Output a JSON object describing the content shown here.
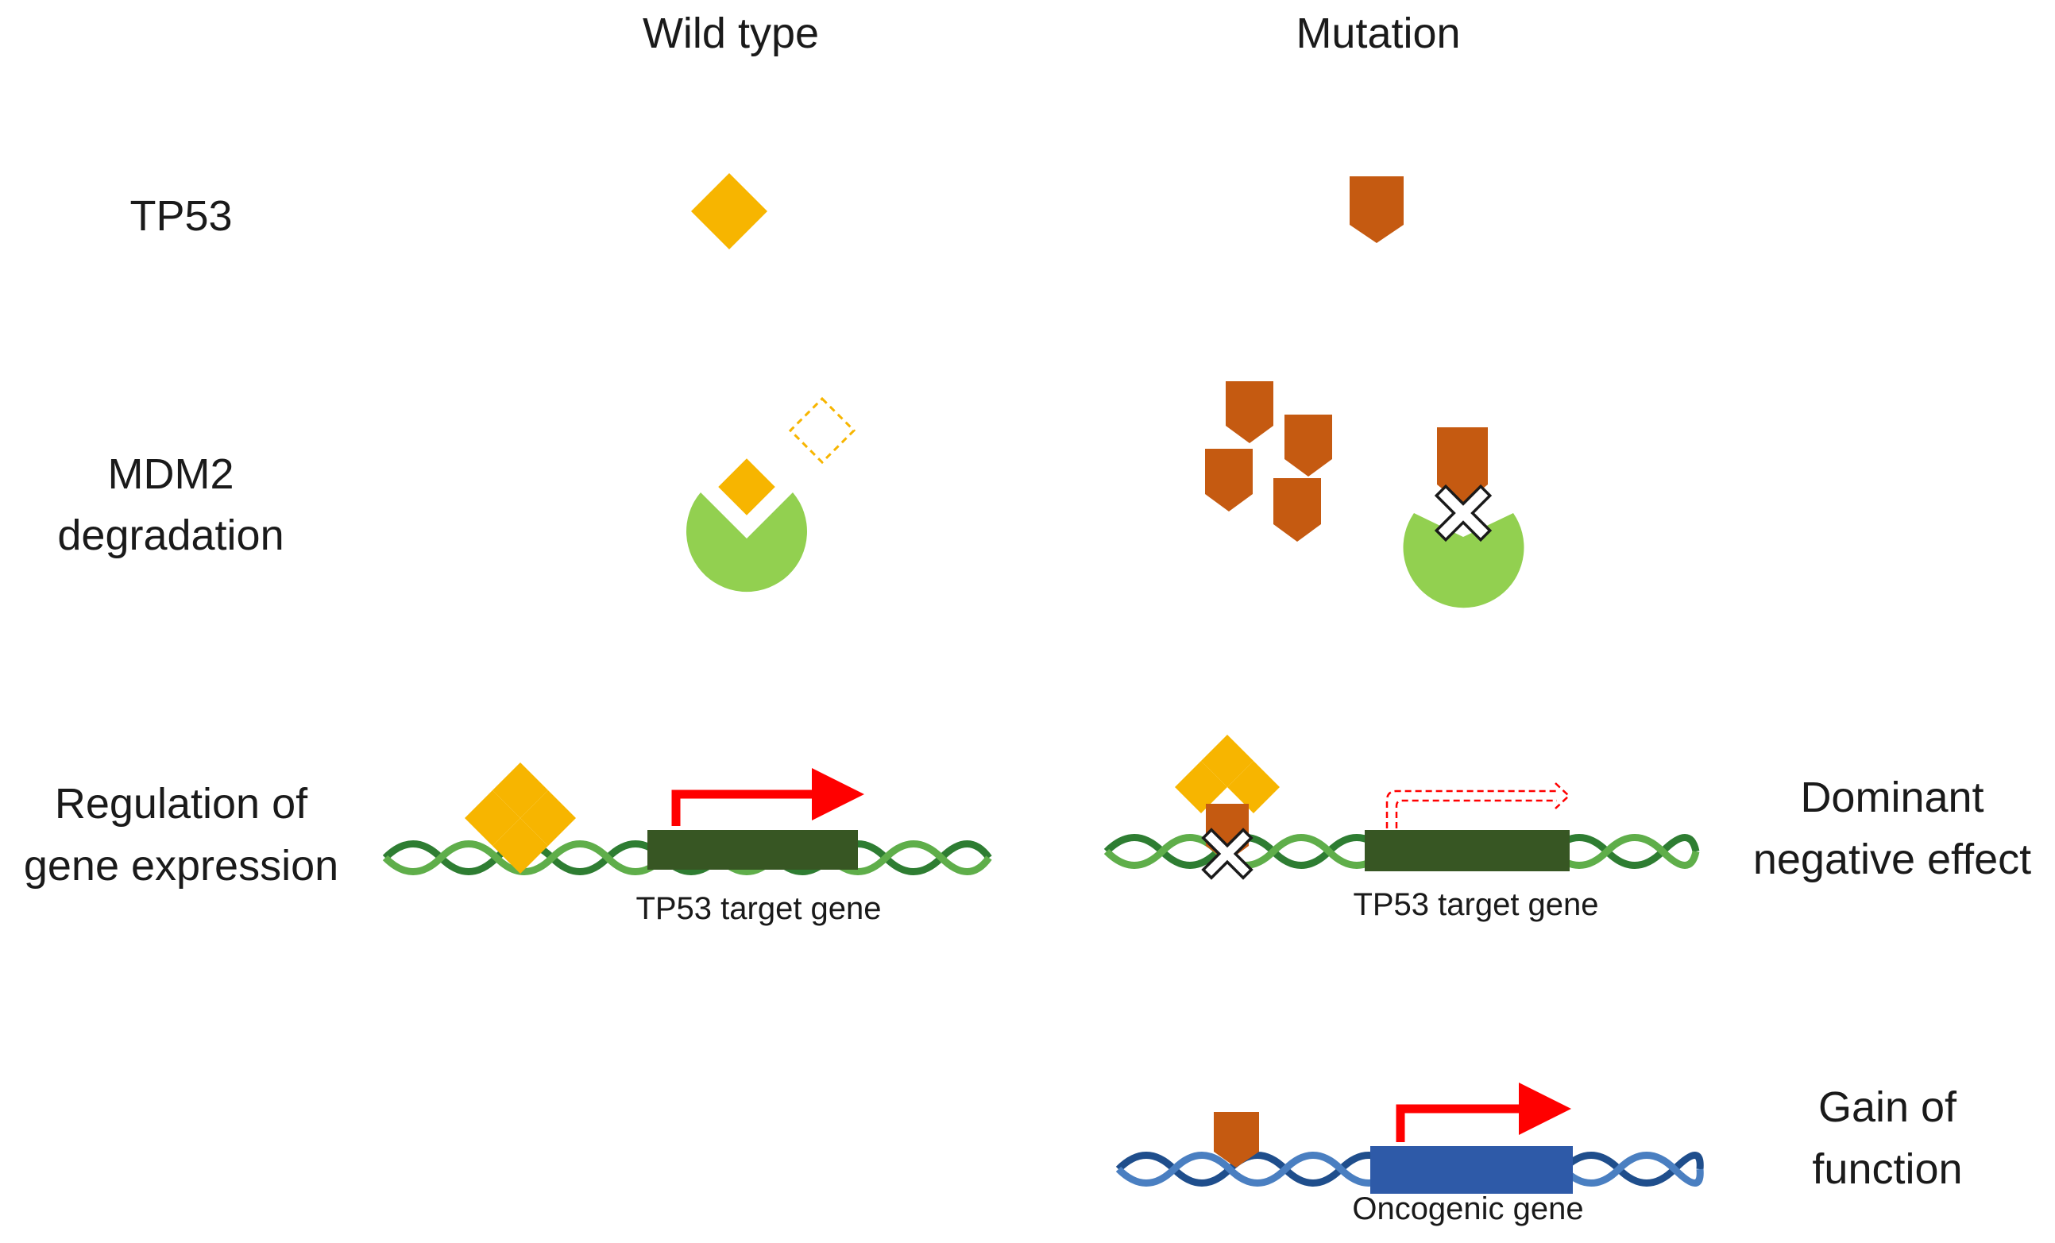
{
  "columns": {
    "wild_type": "Wild type",
    "mutation": "Mutation"
  },
  "rows": {
    "tp53": "TP53",
    "mdm2": [
      "MDM2",
      "degradation"
    ],
    "regulation": [
      "Regulation of",
      "gene expression"
    ],
    "dominant": [
      "Dominant",
      "negative effect"
    ],
    "gain": [
      "Gain of",
      "function"
    ]
  },
  "gene_labels": {
    "wt_target": "TP53 target gene",
    "mut_target": "TP53 target gene",
    "oncogenic": "Oncogenic gene"
  },
  "colors": {
    "wild_type_p53": "#f7b500",
    "mutant_p53": "#c55a11",
    "mdm2": "#92d050",
    "target_gene": "#375623",
    "oncogenic_gene": "#2e5aa8",
    "dna_green_light": "#5fae4a",
    "dna_green_dark": "#2e7d32",
    "dna_blue_light": "#4a7fc1",
    "dna_blue_dark": "#1f4e8c",
    "transcription_arrow": "#ff0000"
  },
  "icons": {
    "wild_type_p53": "yellow-diamond",
    "mutant_p53": "orange-pentagon-shield",
    "mdm2": "green-pacman-circle",
    "blocked": "white-x-mark"
  }
}
